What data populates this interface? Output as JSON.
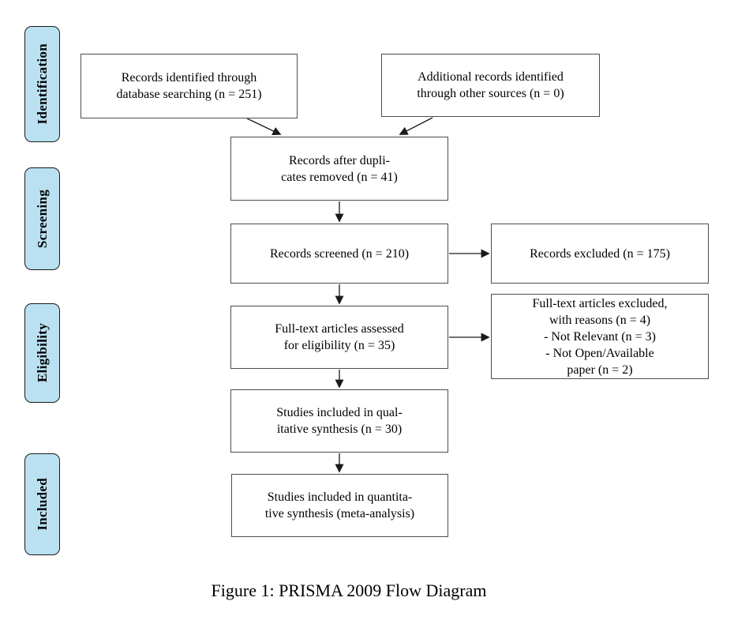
{
  "figure": {
    "caption": "Figure 1: PRISMA 2009 Flow Diagram"
  },
  "stages": [
    {
      "label": "Identification"
    },
    {
      "label": "Screening"
    },
    {
      "label": "Eligibility"
    },
    {
      "label": "Included"
    }
  ],
  "boxes": {
    "identified": {
      "lines": [
        "Records identified through",
        "database searching (n = 251)"
      ]
    },
    "additional": {
      "lines": [
        "Additional records identified",
        "through other sources (n = 0)"
      ]
    },
    "duplicates": {
      "lines": [
        "Records after dupli-",
        "cates removed (n = 41)"
      ]
    },
    "screened": {
      "lines": [
        "Records screened (n = 210)"
      ]
    },
    "excluded": {
      "lines": [
        "Records excluded (n = 175)"
      ]
    },
    "fulltext": {
      "lines": [
        "Full-text articles assessed",
        "for eligibility (n = 35)"
      ]
    },
    "fulltext_excluded": {
      "lines": [
        "Full-text articles excluded,",
        "with reasons (n = 4)",
        "- Not Relevant (n = 3)",
        "- Not Open/Available",
        "paper (n = 2)"
      ]
    },
    "qualitative": {
      "lines": [
        "Studies included in qual-",
        "itative synthesis (n = 30)"
      ]
    },
    "quantitative": {
      "lines": [
        "Studies included in quantita-",
        "tive synthesis (meta-analysis)"
      ]
    }
  },
  "colors": {
    "stage_fill": "#b9e1f2",
    "stage_border": "#1a1a1a",
    "box_border": "#4d4d4d",
    "arrow": "#1a1a1a",
    "text": "#000000",
    "background": "#ffffff"
  }
}
